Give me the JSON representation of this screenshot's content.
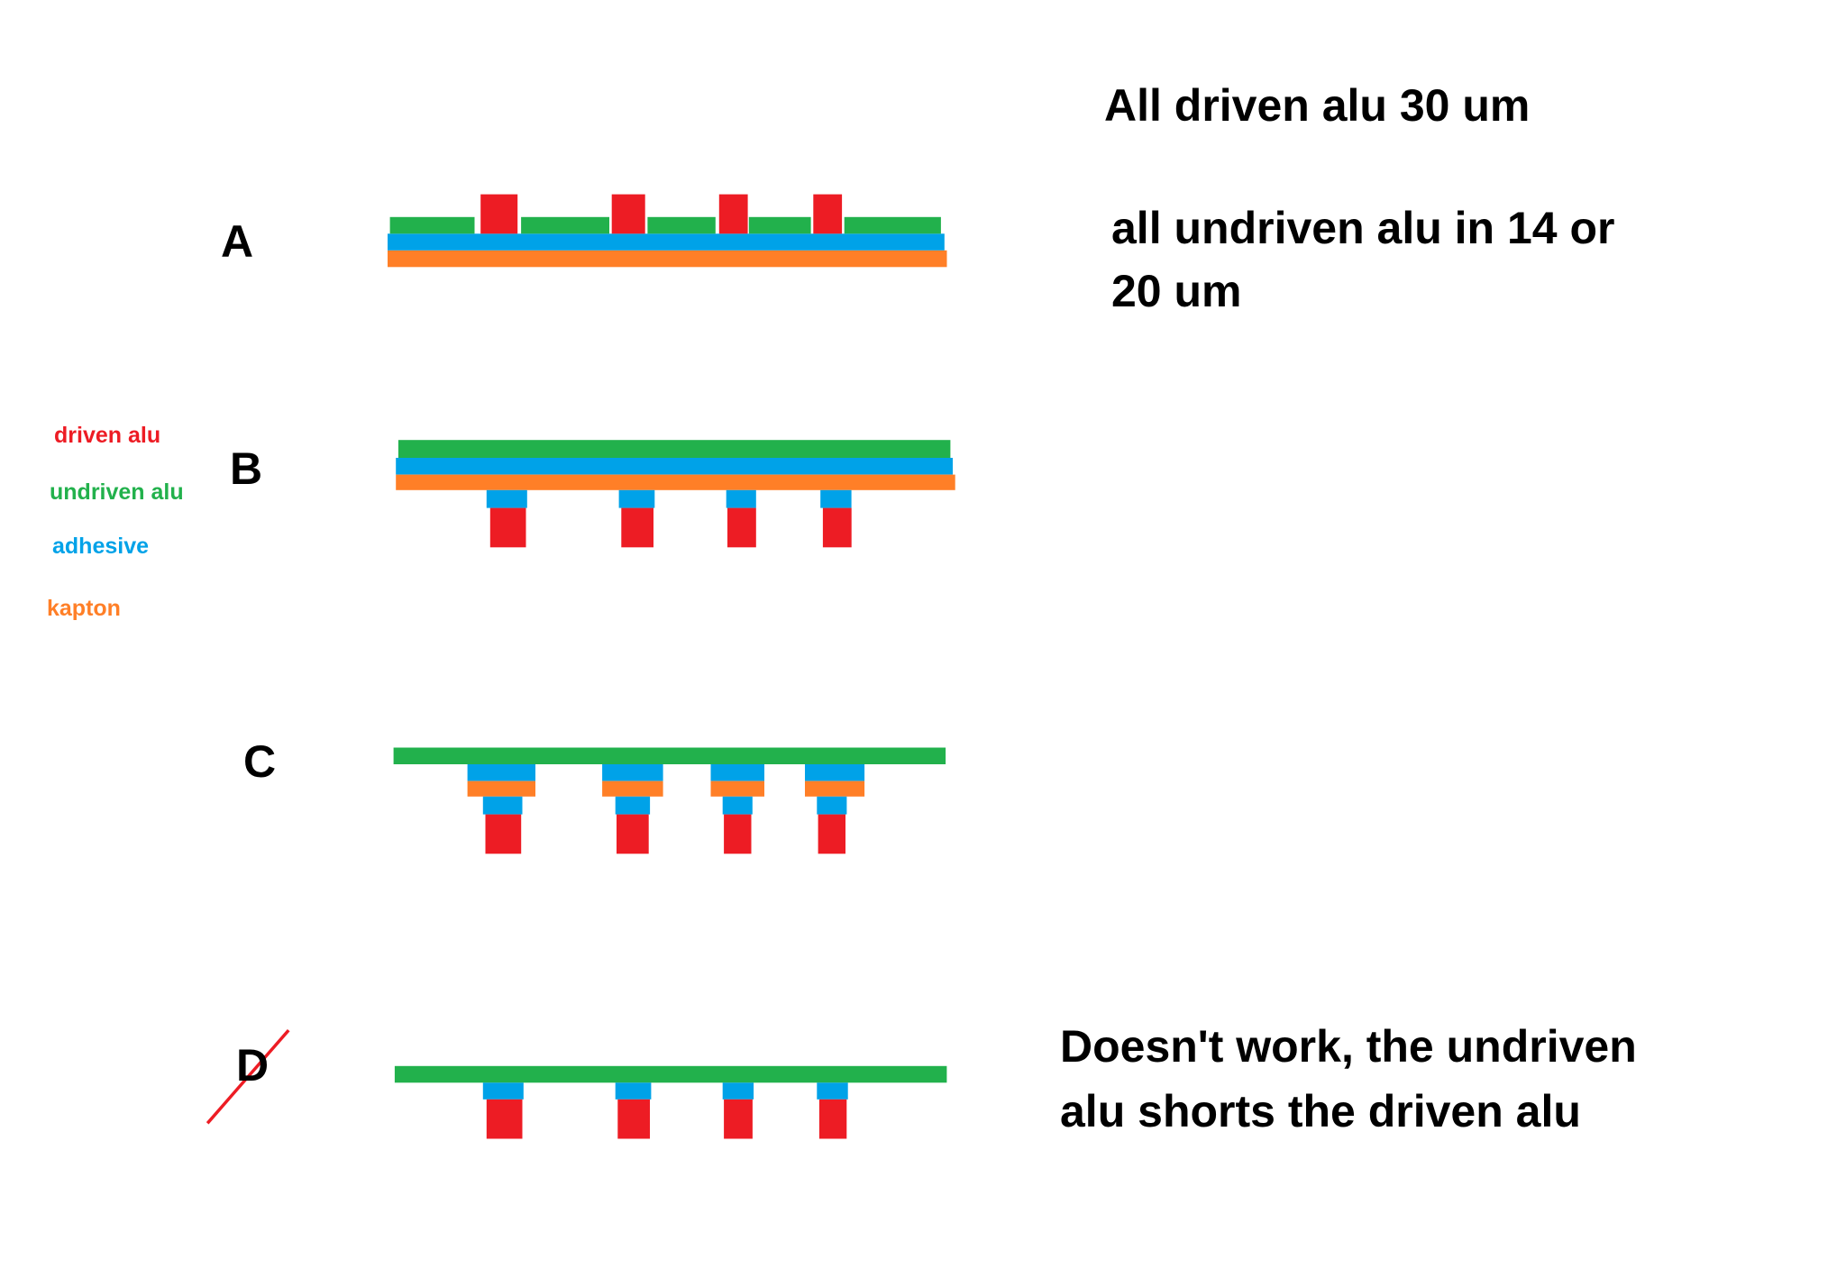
{
  "colors": {
    "driven_alu": "#ed1c24",
    "undriven_alu": "#22b14c",
    "adhesive": "#00a2e8",
    "kapton": "#ff7f27",
    "strike": "#ed1c24"
  },
  "legend": [
    {
      "key": "driven_alu",
      "label": "driven alu"
    },
    {
      "key": "undriven_alu",
      "label": "undriven alu"
    },
    {
      "key": "adhesive",
      "label": "adhesive"
    },
    {
      "key": "kapton",
      "label": "kapton"
    }
  ],
  "diagrams": [
    {
      "id": "A",
      "label": "A"
    },
    {
      "id": "B",
      "label": "B"
    },
    {
      "id": "C",
      "label": "C"
    },
    {
      "id": "D",
      "label": "D",
      "crossed_out": true
    }
  ],
  "notes": {
    "driven_thickness": "All driven alu 30 um",
    "undriven_thickness_line1": "all undriven alu in 14 or",
    "undriven_thickness_line2": "20 um",
    "d_failure_line1": "Doesn't work, the undriven",
    "d_failure_line2": "alu shorts the driven alu"
  }
}
